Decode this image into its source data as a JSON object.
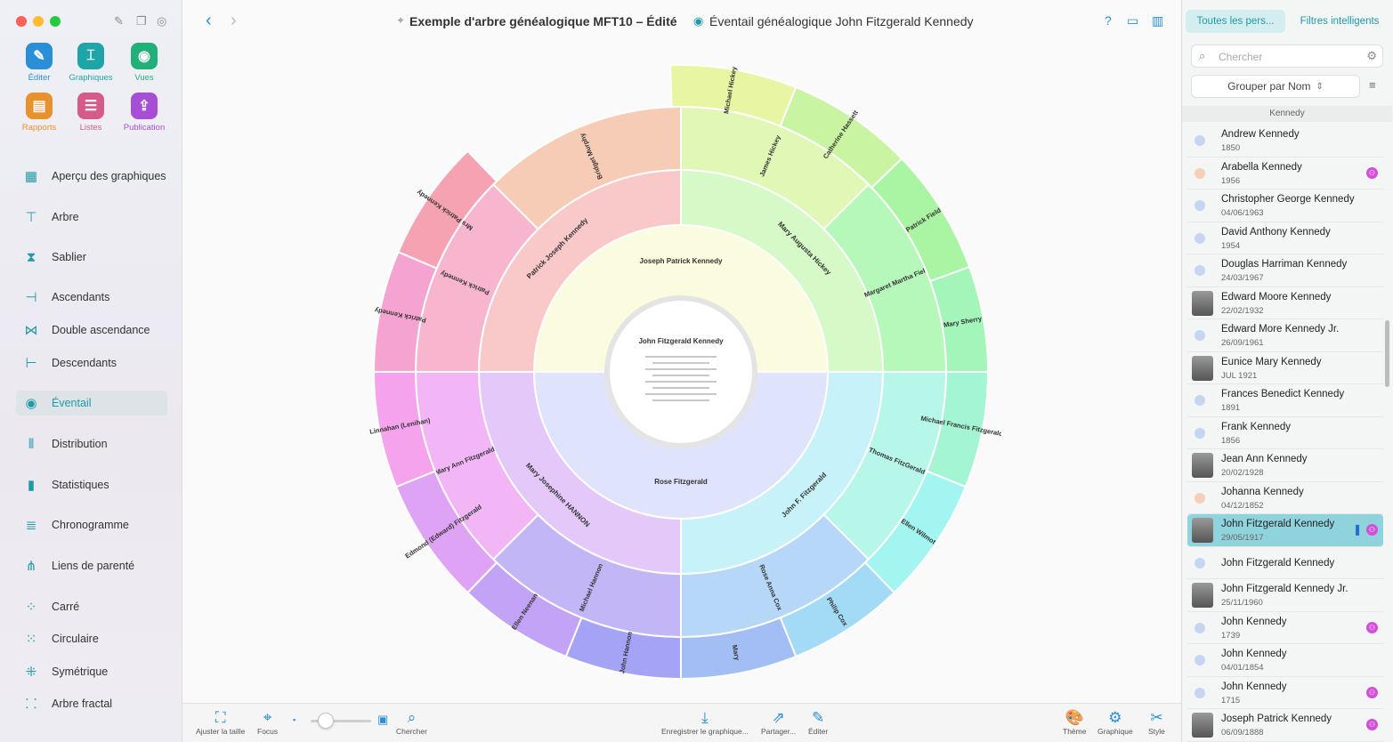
{
  "toolbar_tools": [
    {
      "label": "Éditer",
      "icon": "pencil-icon",
      "color": "#2a8fd6"
    },
    {
      "label": "Graphiques",
      "icon": "chart-tree-icon",
      "color": "#1fa5a8"
    },
    {
      "label": "Vues",
      "icon": "eye-icon",
      "color": "#22b07a"
    },
    {
      "label": "Rapports",
      "icon": "report-icon",
      "color": "#e8922e"
    },
    {
      "label": "Listes",
      "icon": "list-icon",
      "color": "#d45b8a"
    },
    {
      "label": "Publication",
      "icon": "upload-icon",
      "color": "#a64fd6"
    }
  ],
  "nav": [
    {
      "label": "Aperçu des graphiques",
      "icon": "grid-icon"
    },
    {
      "label": "Arbre",
      "icon": "tree-icon"
    },
    {
      "label": "Sablier",
      "icon": "hourglass-icon"
    },
    {
      "label": "Ascendants",
      "icon": "ancestors-icon"
    },
    {
      "label": "Double ascendance",
      "icon": "double-ancestry-icon"
    },
    {
      "label": "Descendants",
      "icon": "descendants-icon"
    },
    {
      "label": "Éventail",
      "icon": "fan-icon",
      "active": true
    },
    {
      "label": "Distribution",
      "icon": "distribution-icon"
    },
    {
      "label": "Statistiques",
      "icon": "statistics-icon"
    },
    {
      "label": "Chronogramme",
      "icon": "timeline-icon"
    },
    {
      "label": "Liens de parenté",
      "icon": "relationship-icon"
    },
    {
      "label": "Carré",
      "icon": "square-icon"
    },
    {
      "label": "Circulaire",
      "icon": "circular-icon"
    },
    {
      "label": "Symétrique",
      "icon": "symmetric-icon"
    },
    {
      "label": "Arbre fractal",
      "icon": "fractal-icon"
    }
  ],
  "header": {
    "doc_title": "Exemple d'arbre généalogique MFT10 – Édité",
    "chart_title": "Éventail généalogique John Fitzgerald Kennedy",
    "back": "‹",
    "forward": "›",
    "help": "?"
  },
  "fan": {
    "center_name": "John Fitzgerald Kennedy",
    "gen1": [
      "Joseph Patrick Kennedy",
      "Rose Fitzgerald"
    ],
    "gen2": [
      "Patrick Joseph Kennedy",
      "Mary Augusta Hickey",
      "John F. Fitzgerald",
      "Mary Josephine HANNON"
    ],
    "gen3": [
      "Patrick Kennedy",
      "Bridget Murphy",
      "James Hickey",
      "Margaret Martha Field",
      "Thomas FitzGerald",
      "Rose Anna Cox",
      "Michael Hannon",
      "Mary Ann Fitzgerald"
    ],
    "gen4": [
      "Patrick Kennedy",
      "Mrs Patrick Kennedy",
      "Michael Hickey",
      "Catherine Hassett",
      "Patrick Field",
      "Mary Sherry",
      "Michael Francis Fitzgerald",
      "Ellen Wilmot",
      "Philip Cox",
      "Mary",
      "John Hannon",
      "Ellen Neenan",
      "Edmond (Edward) Fitzgerald",
      "Linnahan (Lenihan)"
    ]
  },
  "bottom": [
    {
      "label": "Ajuster la taille",
      "icon": "fit-size-icon"
    },
    {
      "label": "Focus",
      "icon": "focus-icon"
    },
    {
      "label": "Chercher",
      "icon": "search-icon"
    },
    {
      "label": "Enregistrer le graphique...",
      "icon": "download-icon"
    },
    {
      "label": "Partager...",
      "icon": "share-icon"
    },
    {
      "label": "Éditer",
      "icon": "edit-icon"
    },
    {
      "label": "Thème",
      "icon": "palette-icon"
    },
    {
      "label": "Graphique",
      "icon": "chart-settings-icon"
    },
    {
      "label": "Style",
      "icon": "style-icon"
    }
  ],
  "right": {
    "tab_all": "Toutes les pers...",
    "tab_smart": "Filtres intelligents",
    "search_placeholder": "Chercher",
    "group_label": "Grouper par Nom",
    "section": "Kennedy",
    "people": [
      {
        "name": "Andrew Kennedy",
        "date": "1850",
        "dot": "#c5d6f2"
      },
      {
        "name": "Arabella Kennedy",
        "date": "1956",
        "dot": "#f6cfb8",
        "badge": true
      },
      {
        "name": "Christopher George Kennedy",
        "date": "04/06/1963",
        "dot": "#c5d6f2"
      },
      {
        "name": "David Anthony Kennedy",
        "date": "1954",
        "dot": "#c5d6f2"
      },
      {
        "name": "Douglas Harriman Kennedy",
        "date": "24/03/1967",
        "dot": "#c5d6f2"
      },
      {
        "name": "Edward Moore Kennedy",
        "date": "22/02/1932",
        "photo": true
      },
      {
        "name": "Edward More Kennedy Jr.",
        "date": "26/09/1961",
        "dot": "#c5d6f2"
      },
      {
        "name": "Eunice Mary Kennedy",
        "date": "JUL 1921",
        "photo": true
      },
      {
        "name": "Frances Benedict Kennedy",
        "date": "1891",
        "dot": "#c5d6f2"
      },
      {
        "name": "Frank Kennedy",
        "date": "1856",
        "dot": "#c5d6f2"
      },
      {
        "name": "Jean Ann Kennedy",
        "date": "20/02/1928",
        "photo": true
      },
      {
        "name": "Johanna Kennedy",
        "date": "04/12/1852",
        "dot": "#f6cfb8"
      },
      {
        "name": "John Fitzgerald Kennedy",
        "date": "29/05/1917",
        "photo": true,
        "selected": true,
        "badge": true,
        "bookmark": true
      },
      {
        "name": "John Fitzgerald Kennedy",
        "date": "",
        "dot": "#c5d6f2"
      },
      {
        "name": "John Fitzgerald Kennedy Jr.",
        "date": "25/11/1960",
        "photo": true
      },
      {
        "name": "John Kennedy",
        "date": "1739",
        "dot": "#c5d6f2",
        "badge": true
      },
      {
        "name": "John Kennedy",
        "date": "04/01/1854",
        "dot": "#c5d6f2"
      },
      {
        "name": "John Kennedy",
        "date": "1715",
        "dot": "#c5d6f2",
        "badge": true
      },
      {
        "name": "Joseph Patrick Kennedy",
        "date": "06/09/1888",
        "photo": true,
        "badge": true
      }
    ]
  }
}
